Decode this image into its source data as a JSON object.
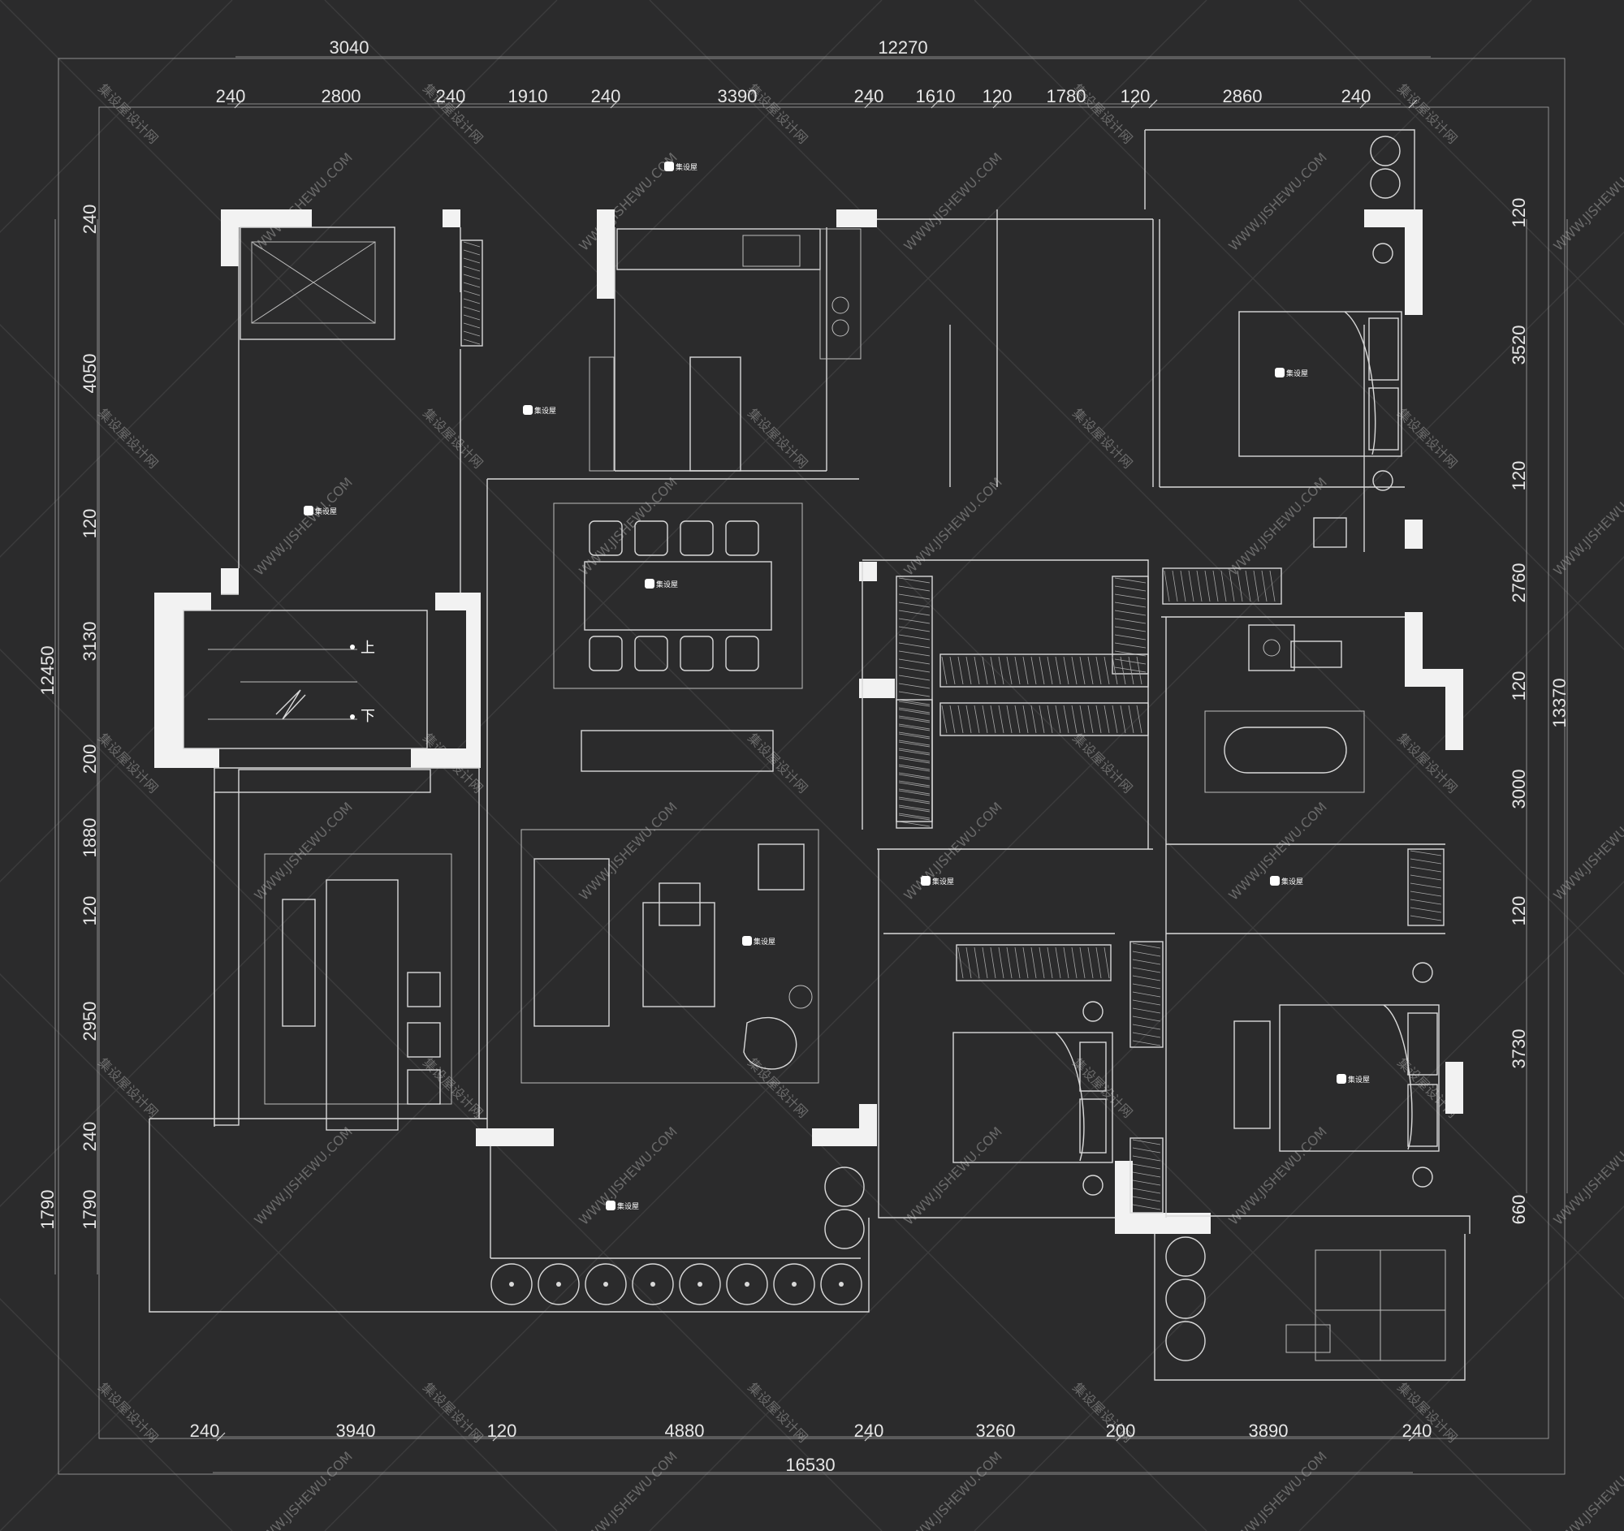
{
  "plan": {
    "dims_top_outer": [
      "3040",
      "12270"
    ],
    "dims_top_inner": [
      "240",
      "2800",
      "240",
      "1910",
      "240",
      "3390",
      "240",
      "1610",
      "120",
      "1780",
      "120",
      "2860",
      "240"
    ],
    "dims_bottom_inner": [
      "240",
      "3940",
      "120",
      "4880",
      "240",
      "3260",
      "200",
      "3890",
      "240"
    ],
    "dims_bottom_outer": [
      "16530"
    ],
    "dims_left_inner": [
      "240",
      "4050",
      "120",
      "3130",
      "200",
      "1880",
      "120",
      "2950",
      "240",
      "1790"
    ],
    "dims_left_outer": [
      "12450",
      "1790"
    ],
    "dims_right_inner": [
      "120",
      "3520",
      "120",
      "2760",
      "120",
      "3000",
      "120",
      "3730",
      "660"
    ],
    "dims_right_outer": [
      "13370"
    ],
    "stair_up": "上",
    "stair_down": "下",
    "room_logo_text": "集设屋",
    "watermark_cn": "集设屋设计网",
    "watermark_en": "WWW.JISHEWU.COM"
  }
}
